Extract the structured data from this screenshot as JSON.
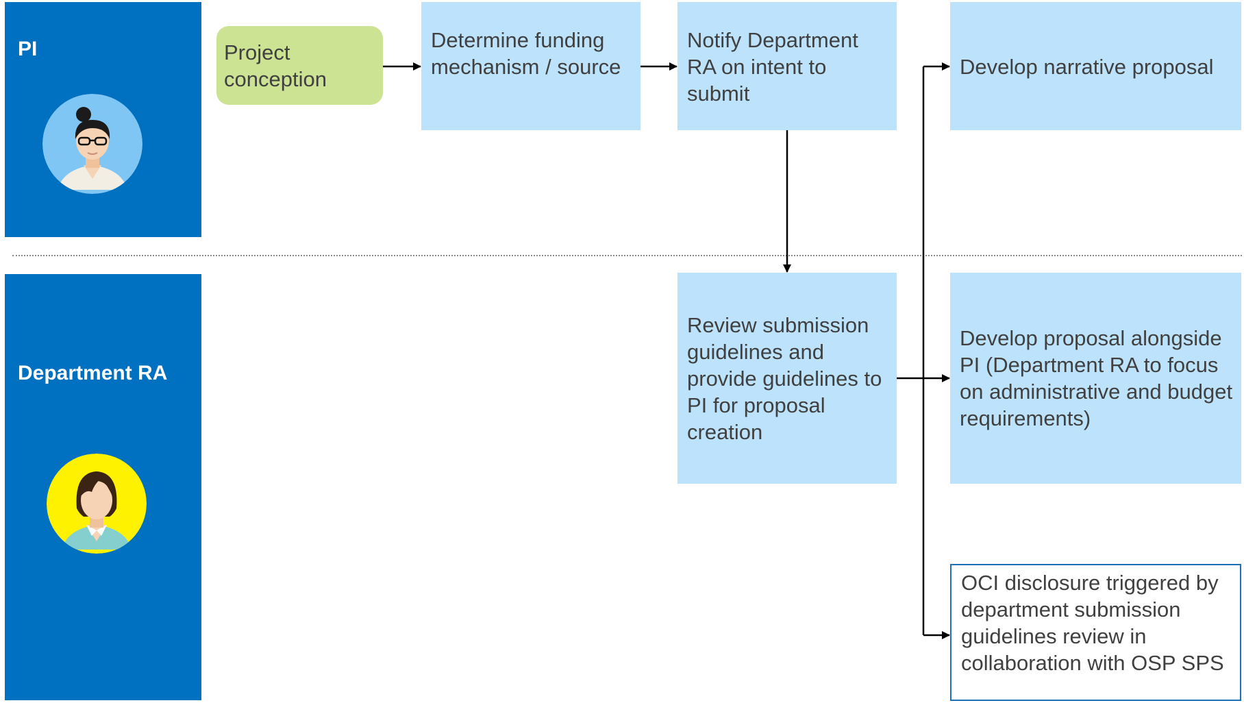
{
  "lanes": {
    "pi": {
      "title": "PI",
      "avatar_icon": "woman-with-glasses-avatar-icon",
      "avatar_bg": "#7fc6f5"
    },
    "ra": {
      "title": "Department RA",
      "avatar_icon": "woman-avatar-icon",
      "avatar_bg": "#fff200"
    }
  },
  "steps": {
    "project_conception": "Project conception",
    "determine_funding": "Determine funding mechanism / source",
    "notify_ra": "Notify Department RA on intent to submit",
    "develop_narrative": "Develop narrative proposal",
    "review_guidelines": "Review submission guidelines and provide guidelines to PI for proposal creation",
    "develop_proposal_ra": "Develop proposal alongside PI (Department RA to focus on administrative and budget requirements)",
    "oci_disclosure": "OCI disclosure triggered by department submission guidelines review in collaboration with OSP SPS"
  },
  "colors": {
    "lane": "#0070c0",
    "step_fill": "#bde3fc",
    "start_fill": "#cce394",
    "outline": "#1f6fc0",
    "text": "#404040"
  }
}
